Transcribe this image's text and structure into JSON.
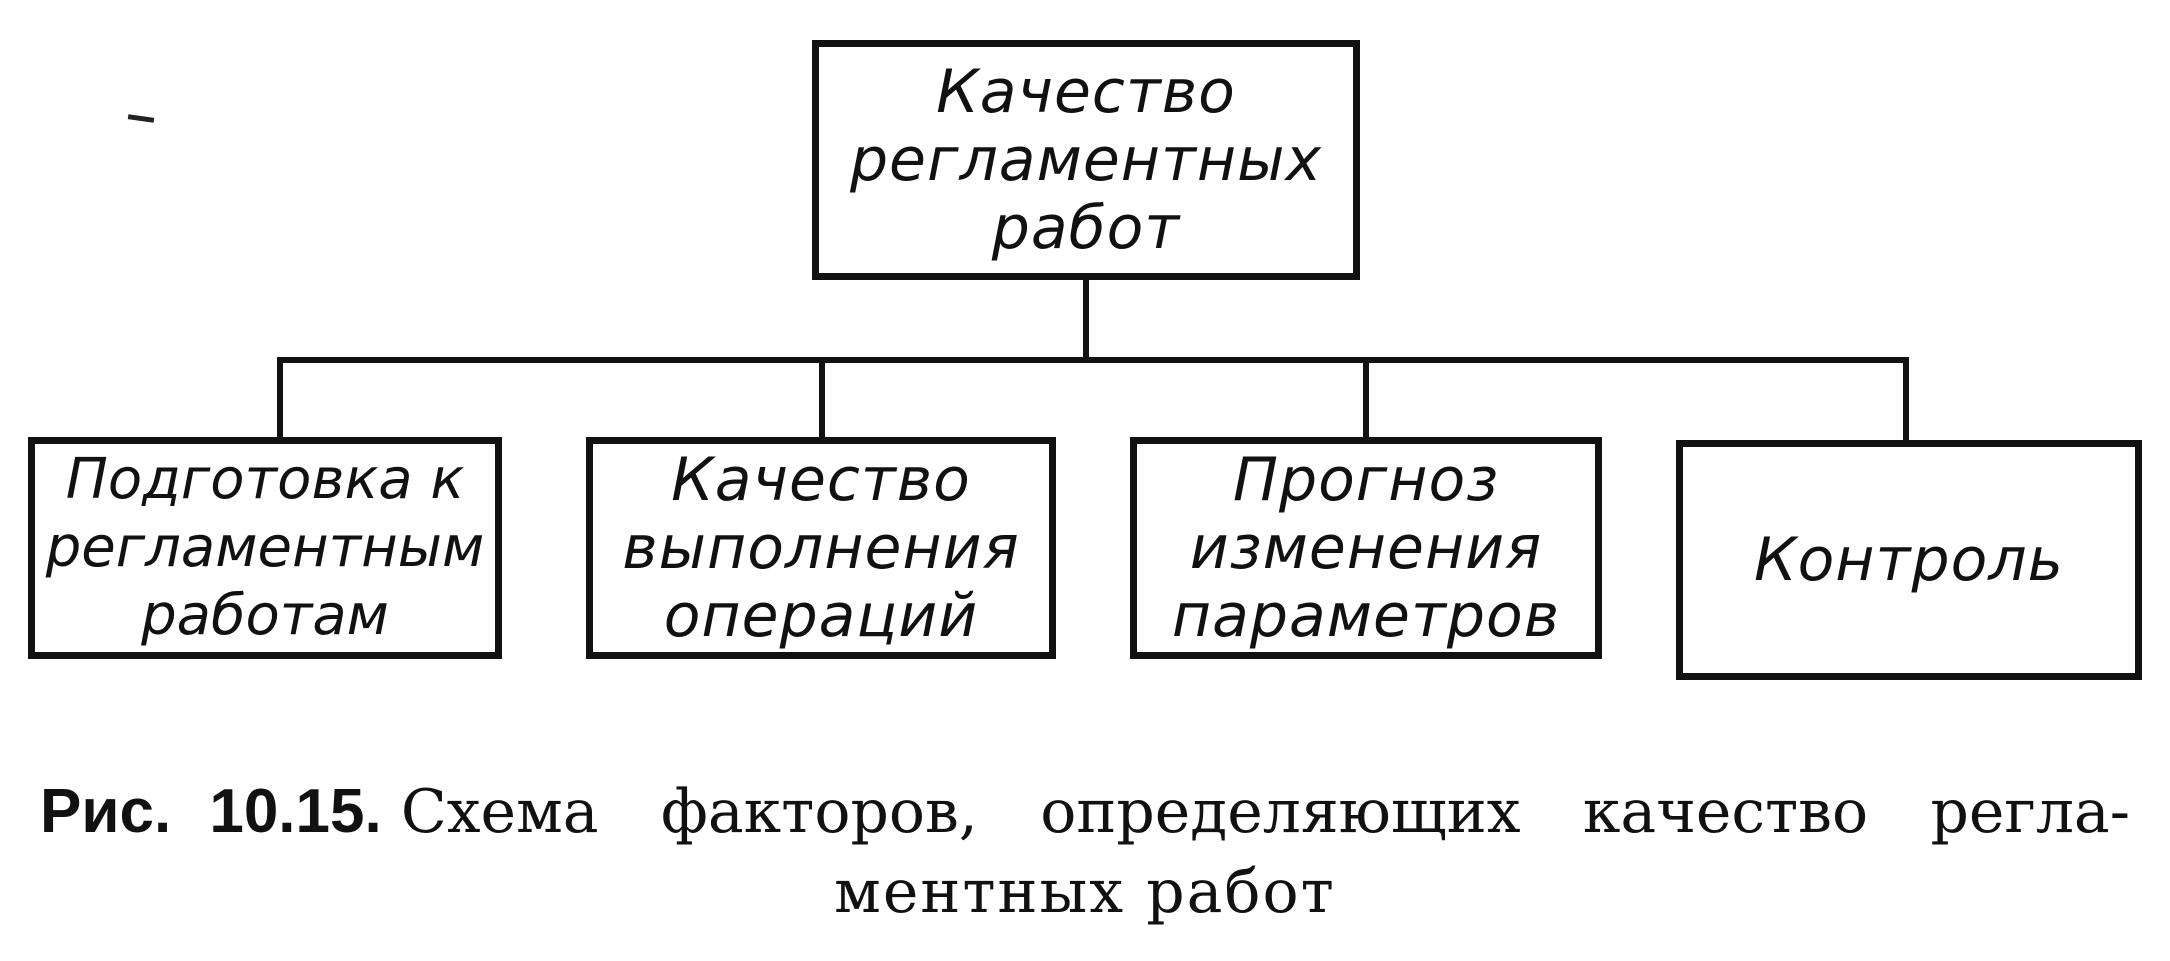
{
  "diagram": {
    "root": {
      "lines": [
        "Качество",
        "регламентных",
        "работ"
      ]
    },
    "children": [
      {
        "lines": [
          "Подготовка к",
          "регламентным",
          "работам"
        ]
      },
      {
        "lines": [
          "Качество",
          "выполнения",
          "операций"
        ]
      },
      {
        "lines": [
          "Прогноз",
          "изменения",
          "параметров"
        ]
      },
      {
        "lines": [
          "Контроль"
        ]
      }
    ]
  },
  "caption": {
    "label": "Рис.",
    "number": "10.15.",
    "words_line1": [
      "Схема",
      "факторов,",
      "определяющих",
      "качество",
      "регла-"
    ],
    "line2": "ментных работ"
  }
}
